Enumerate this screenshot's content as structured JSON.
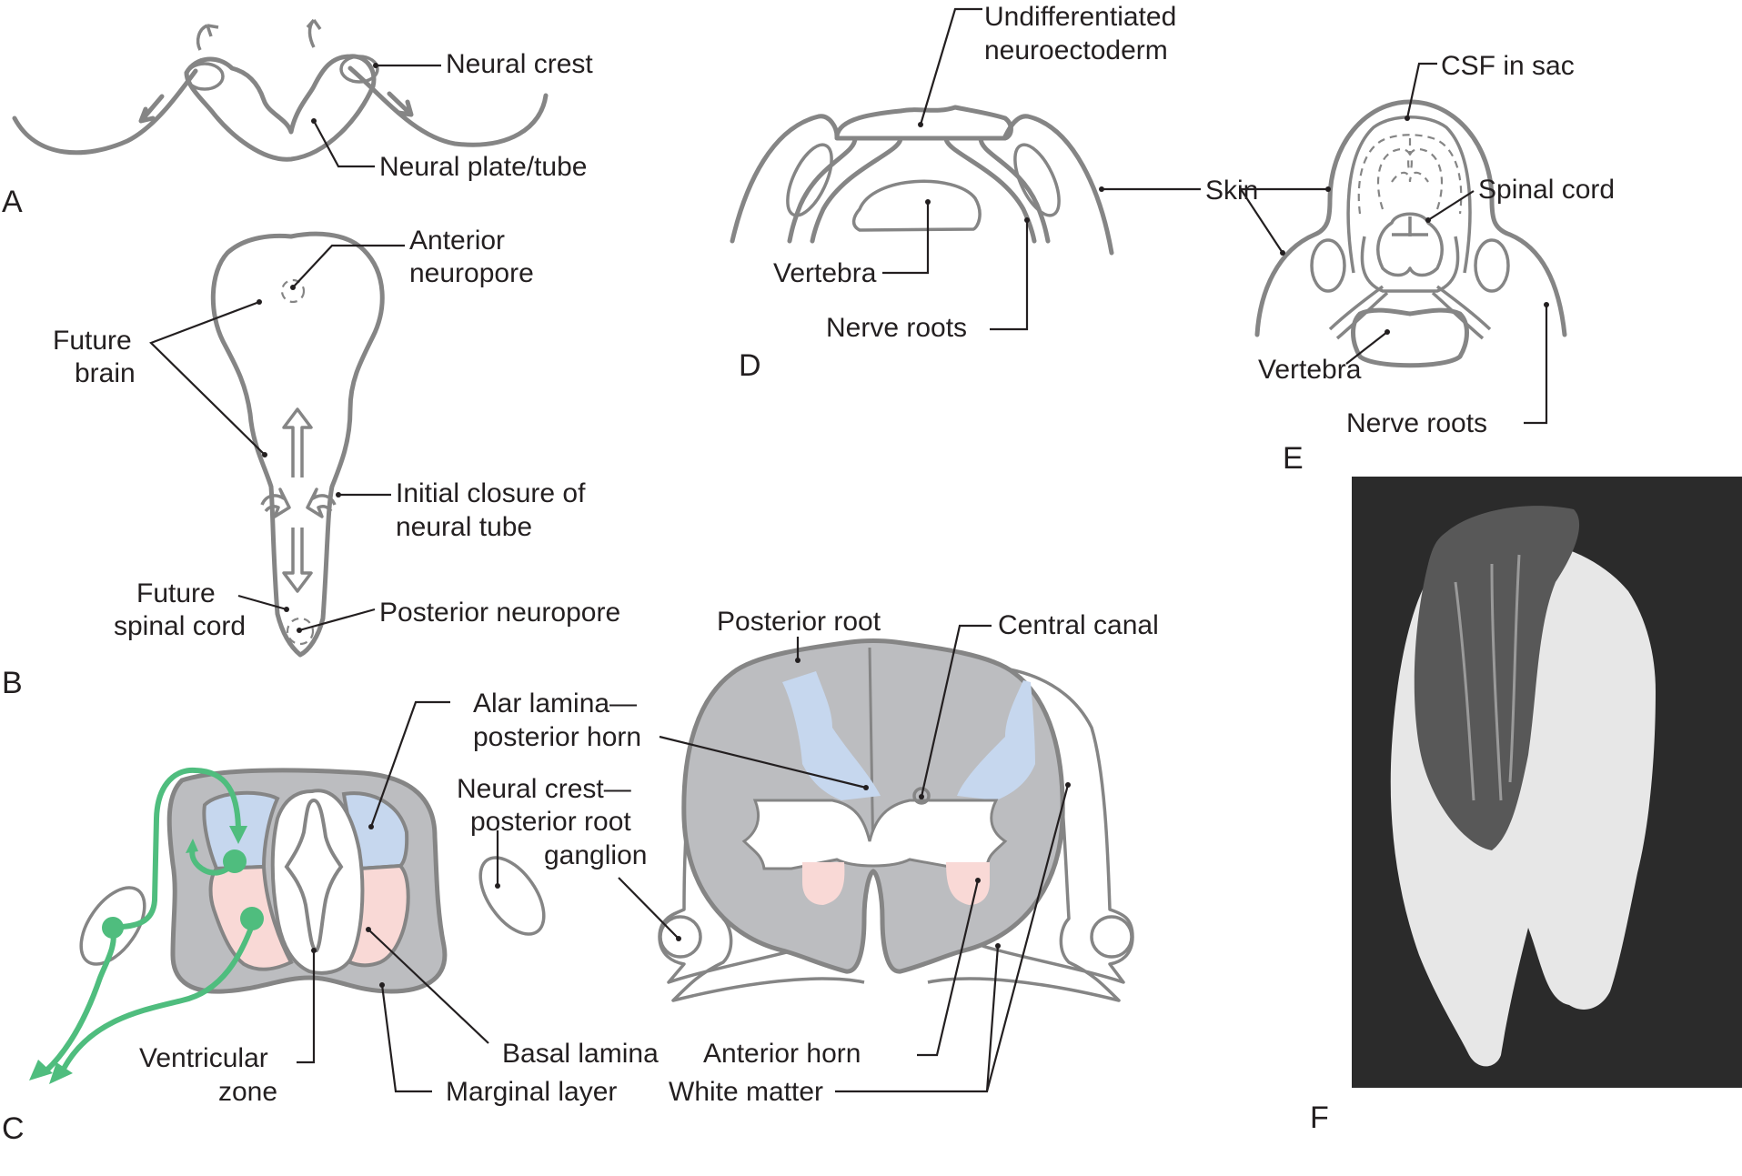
{
  "figure": {
    "title": "Neural tube development and neural tube defects",
    "colors": {
      "outline": "#858585",
      "gray_matter_fill": "#bcbdc0",
      "alar_fill": "#c6d7ee",
      "basal_fill": "#f9d9d6",
      "arrow_green": "#4fbd7e",
      "label_text": "#231f20",
      "photo_bg": "#2b2b2b"
    },
    "panels": {
      "A": {
        "letter": "A",
        "labels": {
          "neural_crest": "Neural crest",
          "neural_plate_tube": "Neural plate/tube"
        }
      },
      "B": {
        "letter": "B",
        "labels": {
          "anterior_neuropore_1": "Anterior",
          "anterior_neuropore_2": "neuropore",
          "future_brain_1": "Future",
          "future_brain_2": "brain",
          "initial_closure_1": "Initial closure of",
          "initial_closure_2": "neural tube",
          "future_spinal_cord_1": "Future",
          "future_spinal_cord_2": "spinal cord",
          "posterior_neuropore": "Posterior neuropore"
        }
      },
      "C": {
        "letter": "C",
        "labels": {
          "alar_1": "Alar lamina—",
          "alar_2": "posterior horn",
          "neural_crest_1": "Neural crest—",
          "neural_crest_2": "posterior root",
          "neural_crest_3": "ganglion",
          "posterior_root": "Posterior root",
          "central_canal": "Central canal",
          "ventricular_1": "Ventricular",
          "ventricular_2": "zone",
          "basal_lamina": "Basal lamina",
          "marginal_layer": "Marginal layer",
          "anterior_horn": "Anterior horn",
          "white_matter": "White matter"
        }
      },
      "D": {
        "letter": "D",
        "labels": {
          "undiff_1": "Undifferentiated",
          "undiff_2": "neuroectoderm",
          "vertebra": "Vertebra",
          "nerve_roots": "Nerve roots",
          "skin": "Skin"
        }
      },
      "E": {
        "letter": "E",
        "labels": {
          "csf": "CSF in sac",
          "spinal_cord": "Spinal cord",
          "vertebra": "Vertebra",
          "nerve_roots": "Nerve roots"
        }
      },
      "F": {
        "letter": "F",
        "photo_description": "Photograph of infant's back with large open neural tube defect (craniorachischisis)"
      }
    }
  }
}
